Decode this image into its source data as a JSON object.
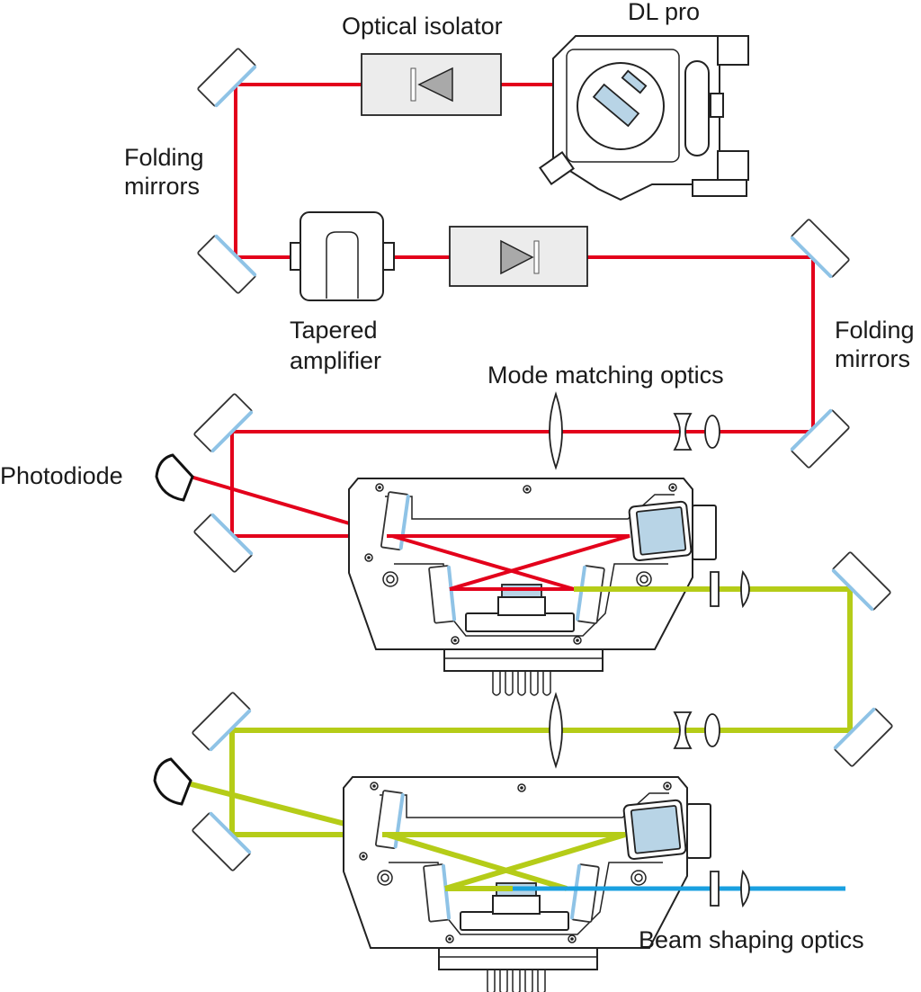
{
  "labels": {
    "optical_isolator": "Optical isolator",
    "dl_pro": "DL pro",
    "folding_mirrors_left_1": "Folding",
    "folding_mirrors_left_2": "mirrors",
    "tapered_amplifier_1": "Tapered",
    "tapered_amplifier_2": "amplifier",
    "folding_mirrors_right_1": "Folding",
    "folding_mirrors_right_2": "mirrors",
    "mode_matching_optics": "Mode matching optics",
    "photodiode": "Photodiode",
    "beam_shaping_optics": "Beam shaping optics"
  },
  "colors": {
    "red_beam": "#e3001b",
    "green_beam": "#b5cc18",
    "blue_beam": "#1aa0e0",
    "mirror_coating": "#8fc3e6",
    "crystal": "#b8d4e6"
  }
}
